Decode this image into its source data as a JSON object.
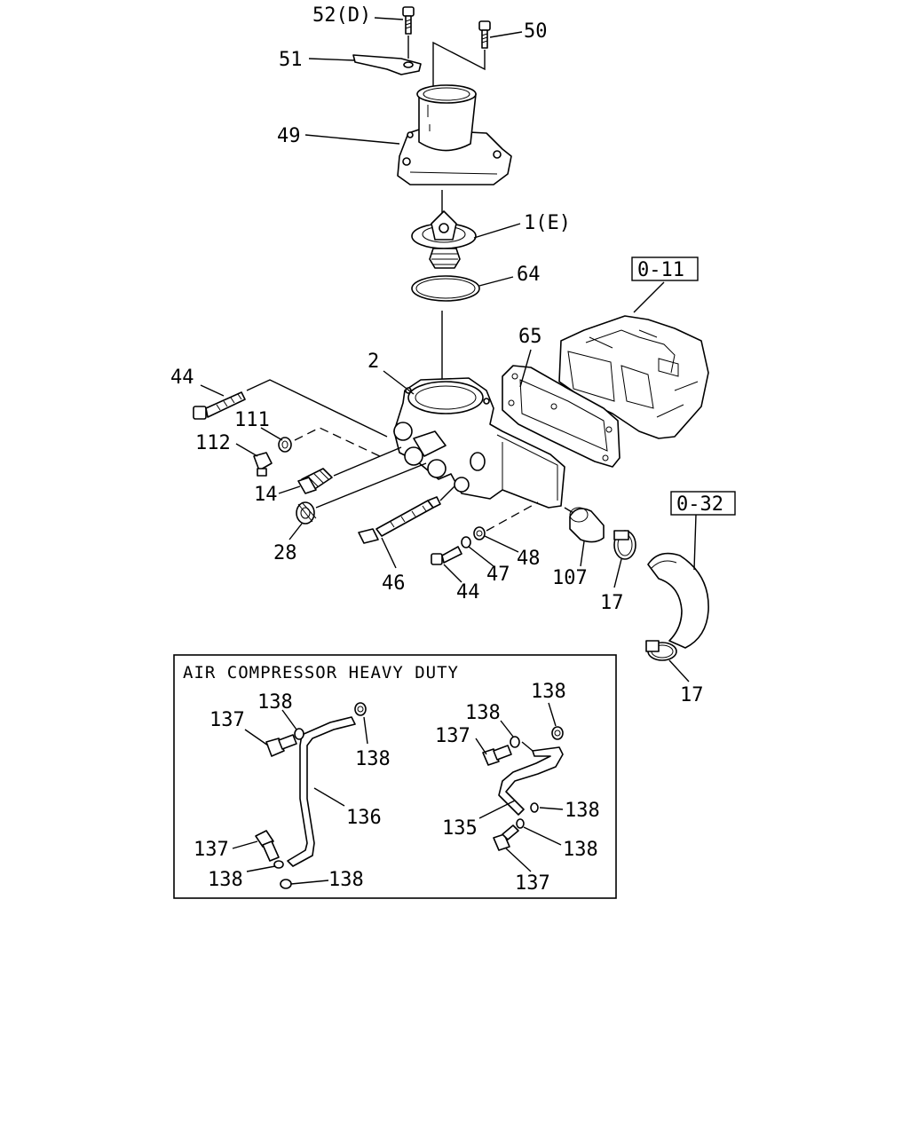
{
  "labels": {
    "p52d": "52(D)",
    "p50": "50",
    "p51": "51",
    "p49": "49",
    "p1e": "1(E)",
    "p64": "64",
    "p65": "65",
    "ref011": "0-11",
    "p2": "2",
    "p44a": "44",
    "p111": "111",
    "p112": "112",
    "p14": "14",
    "p28": "28",
    "p46": "46",
    "p44b": "44",
    "p47": "47",
    "p48": "48",
    "p107": "107",
    "p17a": "17",
    "ref032": "0-32",
    "p17b": "17"
  },
  "inset": {
    "title": "AIR COMPRESSOR HEAVY DUTY",
    "left": {
      "p137a": "137",
      "p138a": "138",
      "p138b": "138",
      "p136": "136",
      "p137b": "137",
      "p138c": "138",
      "p138d": "138"
    },
    "right": {
      "p138a": "138",
      "p138b": "138",
      "p137a": "137",
      "p138c": "138",
      "p135": "135",
      "p138d": "138",
      "p137b": "137"
    }
  }
}
